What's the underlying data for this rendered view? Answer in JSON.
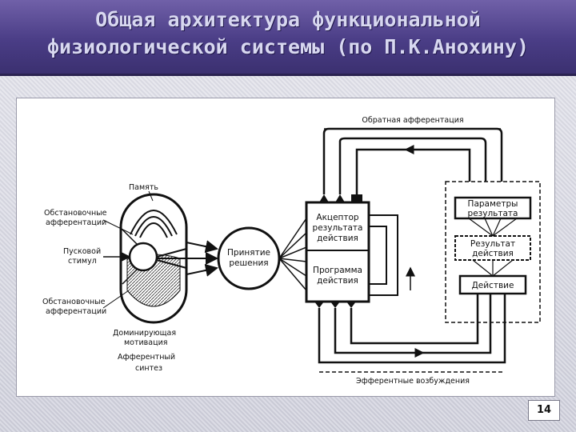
{
  "slide": {
    "title_line1": "Общая архитектура функциональной",
    "title_line2": "физиологической системы (по П.К.Анохину)",
    "page_number": "14"
  },
  "diagram": {
    "memory": "Память",
    "situational_afferentation_top_1": "Обстановочные",
    "situational_afferentation_top_2": "афферентации",
    "trigger_1": "Пусковой",
    "trigger_2": "стимул",
    "situational_afferentation_bottom_1": "Обстановочные",
    "situational_afferentation_bottom_2": "афферентации",
    "motivation_1": "Доминирующая",
    "motivation_2": "мотивация",
    "synthesis_1": "Афферентный",
    "synthesis_2": "синтез",
    "decision_1": "Принятие",
    "decision_2": "решения",
    "acceptor_1": "Акцептор",
    "acceptor_2": "результата",
    "acceptor_3": "действия",
    "program_1": "Программа",
    "program_2": "действия",
    "params_1": "Параметры",
    "params_2": "результата",
    "result_1": "Результат",
    "result_2": "действия",
    "action": "Действие",
    "feedback": "Обратная афферентация",
    "efferent": "Эфферентные возбуждения"
  }
}
